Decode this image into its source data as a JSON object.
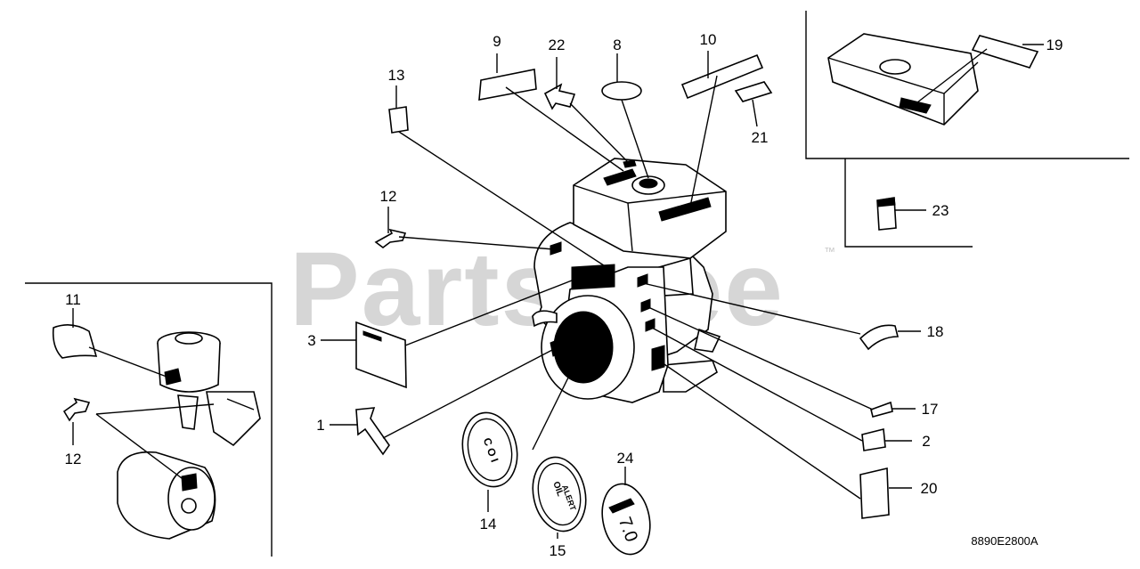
{
  "watermark": {
    "text": "PartsTree",
    "trademark": "™"
  },
  "diagram_code": "8890E2800A",
  "callouts": {
    "c1": "1",
    "c2": "2",
    "c3": "3",
    "c8": "8",
    "c9": "9",
    "c10": "10",
    "c11": "11",
    "c12a": "12",
    "c12b": "12",
    "c13": "13",
    "c14": "14",
    "c15": "15",
    "c17": "17",
    "c18": "18",
    "c19": "19",
    "c20": "20",
    "c21": "21",
    "c22": "22",
    "c23": "23",
    "c24": "24"
  },
  "emblems": {
    "label14": "C O I",
    "label15_line1": "OIL",
    "label15_line2": "ALERT",
    "label24": "7.0"
  }
}
